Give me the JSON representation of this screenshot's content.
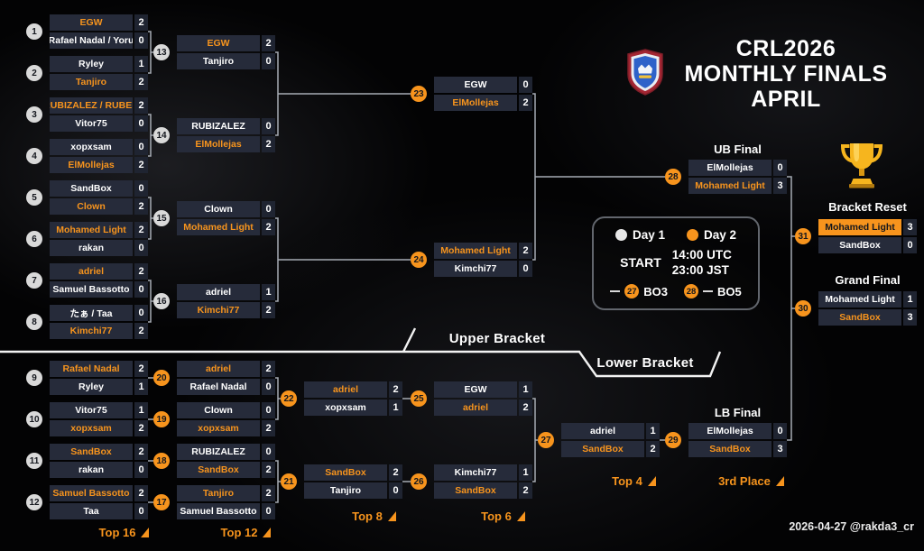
{
  "header": {
    "title_line1": "CRL2026",
    "title_line2": "MONTHLY FINALS",
    "title_line3": "APRIL",
    "logo_icon": "crl-shield-logo"
  },
  "schedule": {
    "day1_label": "Day 1",
    "day2_label": "Day 2",
    "start_label": "START",
    "time_utc": "14:00 UTC",
    "time_jst": "23:00 JST",
    "bo3_last_match": "27",
    "bo3_label": "BO3",
    "bo5_first_match": "28",
    "bo5_label": "BO5"
  },
  "sections": {
    "upper_bracket": "Upper Bracket",
    "lower_bracket": "Lower Bracket",
    "ub_final": "UB Final",
    "lb_final": "LB Final",
    "grand_final": "Grand Final",
    "bracket_reset": "Bracket Reset"
  },
  "stage_labels": {
    "top16": "Top 16",
    "top12": "Top 12",
    "top8": "Top 8",
    "top6": "Top 6",
    "top4": "Top 4",
    "third_place": "3rd Place"
  },
  "footer": {
    "credit": "2026-04-27 @rakda3_cr"
  },
  "icons": {
    "league_logo": "crl-shield-logo",
    "trophy": "gold-trophy-icon",
    "stage_flag": "orange-flag-icon",
    "day1_dot": "white-dot-icon",
    "day2_dot": "orange-dot-icon"
  },
  "colors": {
    "accent": "#F7941D",
    "day1_badge": "#D9D9D9",
    "row_bg": "#262B3A",
    "score_bg": "#1F2431",
    "background": "#000000"
  },
  "matches": {
    "1": {
      "id": "1",
      "day": 1,
      "players": [
        {
          "name": "EGW",
          "score": "2",
          "winner": true
        },
        {
          "name": "Rafael Nadal / Yoru",
          "score": "0",
          "winner": false
        }
      ]
    },
    "2": {
      "id": "2",
      "day": 1,
      "players": [
        {
          "name": "Ryley",
          "score": "1",
          "winner": false
        },
        {
          "name": "Tanjiro",
          "score": "2",
          "winner": true
        }
      ]
    },
    "3": {
      "id": "3",
      "day": 1,
      "players": [
        {
          "name": "RUBIZALEZ / RUBEN",
          "score": "2",
          "winner": true
        },
        {
          "name": "Vitor75",
          "score": "0",
          "winner": false
        }
      ]
    },
    "4": {
      "id": "4",
      "day": 1,
      "players": [
        {
          "name": "xopxsam",
          "score": "0",
          "winner": false
        },
        {
          "name": "ElMollejas",
          "score": "2",
          "winner": true
        }
      ]
    },
    "5": {
      "id": "5",
      "day": 1,
      "players": [
        {
          "name": "SandBox",
          "score": "0",
          "winner": false
        },
        {
          "name": "Clown",
          "score": "2",
          "winner": true
        }
      ]
    },
    "6": {
      "id": "6",
      "day": 1,
      "players": [
        {
          "name": "Mohamed Light",
          "score": "2",
          "winner": true
        },
        {
          "name": "rakan",
          "score": "0",
          "winner": false
        }
      ]
    },
    "7": {
      "id": "7",
      "day": 1,
      "players": [
        {
          "name": "adriel",
          "score": "2",
          "winner": true
        },
        {
          "name": "Samuel Bassotto",
          "score": "0",
          "winner": false
        }
      ]
    },
    "8": {
      "id": "8",
      "day": 1,
      "players": [
        {
          "name": "たぁ / Taa",
          "score": "0",
          "winner": false
        },
        {
          "name": "Kimchi77",
          "score": "2",
          "winner": true
        }
      ]
    },
    "9": {
      "id": "9",
      "day": 1,
      "players": [
        {
          "name": "Rafael Nadal",
          "score": "2",
          "winner": true
        },
        {
          "name": "Ryley",
          "score": "1",
          "winner": false
        }
      ]
    },
    "10": {
      "id": "10",
      "day": 1,
      "players": [
        {
          "name": "Vitor75",
          "score": "1",
          "winner": false
        },
        {
          "name": "xopxsam",
          "score": "2",
          "winner": true
        }
      ]
    },
    "11": {
      "id": "11",
      "day": 1,
      "players": [
        {
          "name": "SandBox",
          "score": "2",
          "winner": true
        },
        {
          "name": "rakan",
          "score": "0",
          "winner": false
        }
      ]
    },
    "12": {
      "id": "12",
      "day": 1,
      "players": [
        {
          "name": "Samuel Bassotto",
          "score": "2",
          "winner": true
        },
        {
          "name": "Taa",
          "score": "0",
          "winner": false
        }
      ]
    },
    "13": {
      "id": "13",
      "day": 1,
      "players": [
        {
          "name": "EGW",
          "score": "2",
          "winner": true
        },
        {
          "name": "Tanjiro",
          "score": "0",
          "winner": false
        }
      ]
    },
    "14": {
      "id": "14",
      "day": 1,
      "players": [
        {
          "name": "RUBIZALEZ",
          "score": "0",
          "winner": false
        },
        {
          "name": "ElMollejas",
          "score": "2",
          "winner": true
        }
      ]
    },
    "15": {
      "id": "15",
      "day": 1,
      "players": [
        {
          "name": "Clown",
          "score": "0",
          "winner": false
        },
        {
          "name": "Mohamed Light",
          "score": "2",
          "winner": true
        }
      ]
    },
    "16": {
      "id": "16",
      "day": 1,
      "players": [
        {
          "name": "adriel",
          "score": "1",
          "winner": false
        },
        {
          "name": "Kimchi77",
          "score": "2",
          "winner": true
        }
      ]
    },
    "17": {
      "id": "17",
      "day": 2,
      "players": [
        {
          "name": "Tanjiro",
          "score": "2",
          "winner": true
        },
        {
          "name": "Samuel Bassotto",
          "score": "0",
          "winner": false
        }
      ]
    },
    "18": {
      "id": "18",
      "day": 2,
      "players": [
        {
          "name": "RUBIZALEZ",
          "score": "0",
          "winner": false
        },
        {
          "name": "SandBox",
          "score": "2",
          "winner": true
        }
      ]
    },
    "19": {
      "id": "19",
      "day": 2,
      "players": [
        {
          "name": "Clown",
          "score": "0",
          "winner": false
        },
        {
          "name": "xopxsam",
          "score": "2",
          "winner": true
        }
      ]
    },
    "20": {
      "id": "20",
      "day": 2,
      "players": [
        {
          "name": "adriel",
          "score": "2",
          "winner": true
        },
        {
          "name": "Rafael Nadal",
          "score": "0",
          "winner": false
        }
      ]
    },
    "21": {
      "id": "21",
      "day": 2,
      "players": [
        {
          "name": "SandBox",
          "score": "2",
          "winner": true
        },
        {
          "name": "Tanjiro",
          "score": "0",
          "winner": false
        }
      ]
    },
    "22": {
      "id": "22",
      "day": 2,
      "players": [
        {
          "name": "adriel",
          "score": "2",
          "winner": true
        },
        {
          "name": "xopxsam",
          "score": "1",
          "winner": false
        }
      ]
    },
    "23": {
      "id": "23",
      "day": 2,
      "players": [
        {
          "name": "EGW",
          "score": "0",
          "winner": false
        },
        {
          "name": "ElMollejas",
          "score": "2",
          "winner": true
        }
      ]
    },
    "24": {
      "id": "24",
      "day": 2,
      "players": [
        {
          "name": "Mohamed Light",
          "score": "2",
          "winner": true
        },
        {
          "name": "Kimchi77",
          "score": "0",
          "winner": false
        }
      ]
    },
    "25": {
      "id": "25",
      "day": 2,
      "players": [
        {
          "name": "EGW",
          "score": "1",
          "winner": false
        },
        {
          "name": "adriel",
          "score": "2",
          "winner": true
        }
      ]
    },
    "26": {
      "id": "26",
      "day": 2,
      "players": [
        {
          "name": "Kimchi77",
          "score": "1",
          "winner": false
        },
        {
          "name": "SandBox",
          "score": "2",
          "winner": true
        }
      ]
    },
    "27": {
      "id": "27",
      "day": 2,
      "players": [
        {
          "name": "adriel",
          "score": "1",
          "winner": false
        },
        {
          "name": "SandBox",
          "score": "2",
          "winner": true
        }
      ]
    },
    "28": {
      "id": "28",
      "day": 2,
      "players": [
        {
          "name": "ElMollejas",
          "score": "0",
          "winner": false
        },
        {
          "name": "Mohamed Light",
          "score": "3",
          "winner": true
        }
      ]
    },
    "29": {
      "id": "29",
      "day": 2,
      "players": [
        {
          "name": "ElMollejas",
          "score": "0",
          "winner": false
        },
        {
          "name": "SandBox",
          "score": "3",
          "winner": true
        }
      ]
    },
    "30": {
      "id": "30",
      "day": 2,
      "players": [
        {
          "name": "Mohamed Light",
          "score": "1",
          "winner": false
        },
        {
          "name": "SandBox",
          "score": "3",
          "winner": true
        }
      ]
    },
    "31": {
      "id": "31",
      "day": 2,
      "players": [
        {
          "name": "Mohamed Light",
          "score": "3",
          "winner": true,
          "champion": true
        },
        {
          "name": "SandBox",
          "score": "0",
          "winner": false
        }
      ]
    }
  }
}
